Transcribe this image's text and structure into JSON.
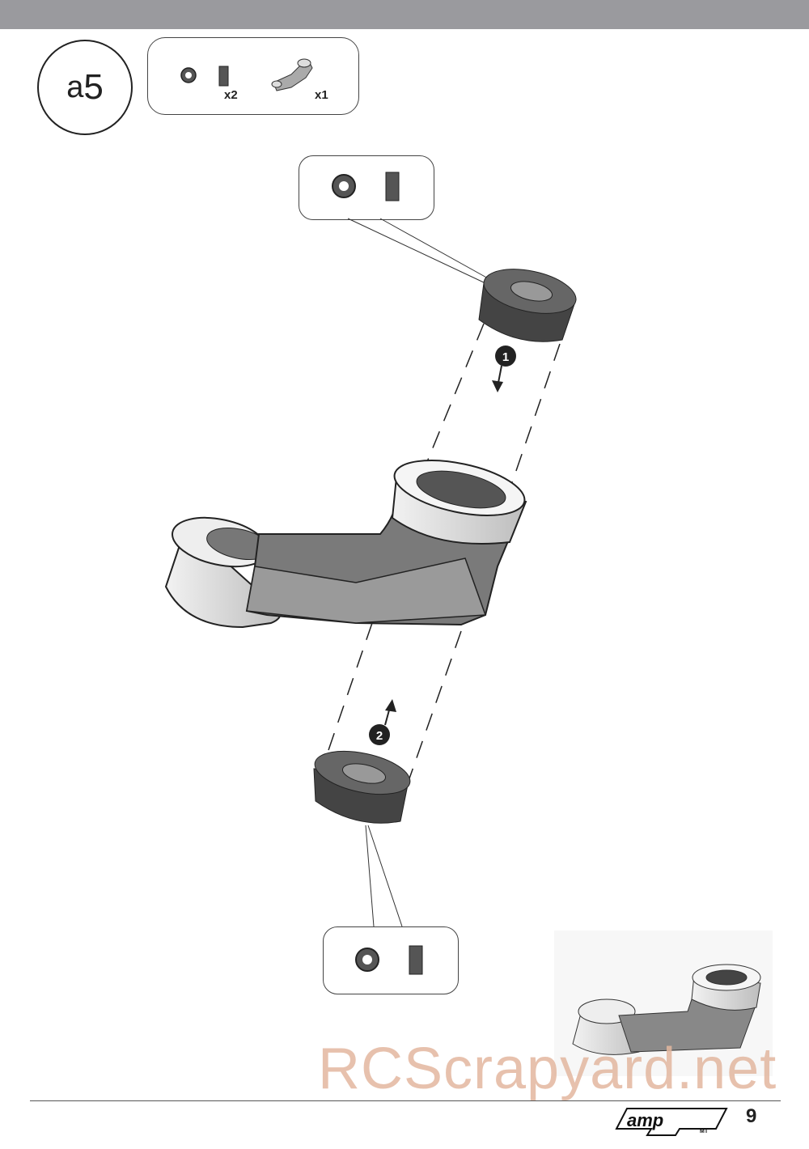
{
  "step": {
    "prefix": "a",
    "number": "5"
  },
  "parts": [
    {
      "icon": "bearing-icon",
      "qty": "x2"
    },
    {
      "icon": "steering-arm-icon",
      "qty": "x1"
    }
  ],
  "callouts": [
    {
      "label": "1"
    },
    {
      "label": "2"
    }
  ],
  "watermark": "RCScrapyard.net",
  "footer": {
    "logo": "amp MT",
    "page": "9"
  }
}
